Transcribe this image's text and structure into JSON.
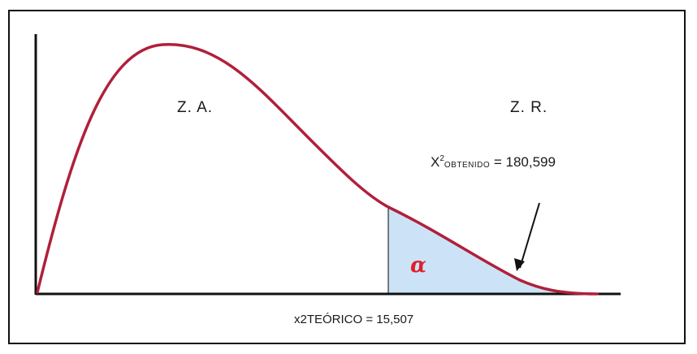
{
  "diagram": {
    "region_acceptance": "Z. A.",
    "region_rejection": "Z. R.",
    "chi_obtained": {
      "symbol": "X",
      "superscript": "2",
      "subscript": "OBTENIDO",
      "value_text": " = 180,599"
    },
    "chi_theoretical_text": "x2TEÓRICO = 15,507",
    "alpha_symbol": "α",
    "colors": {
      "curve": "#b0203a",
      "shaded_region": "#cce3f7",
      "axes": "#111111",
      "alpha": "#e0202a"
    }
  }
}
